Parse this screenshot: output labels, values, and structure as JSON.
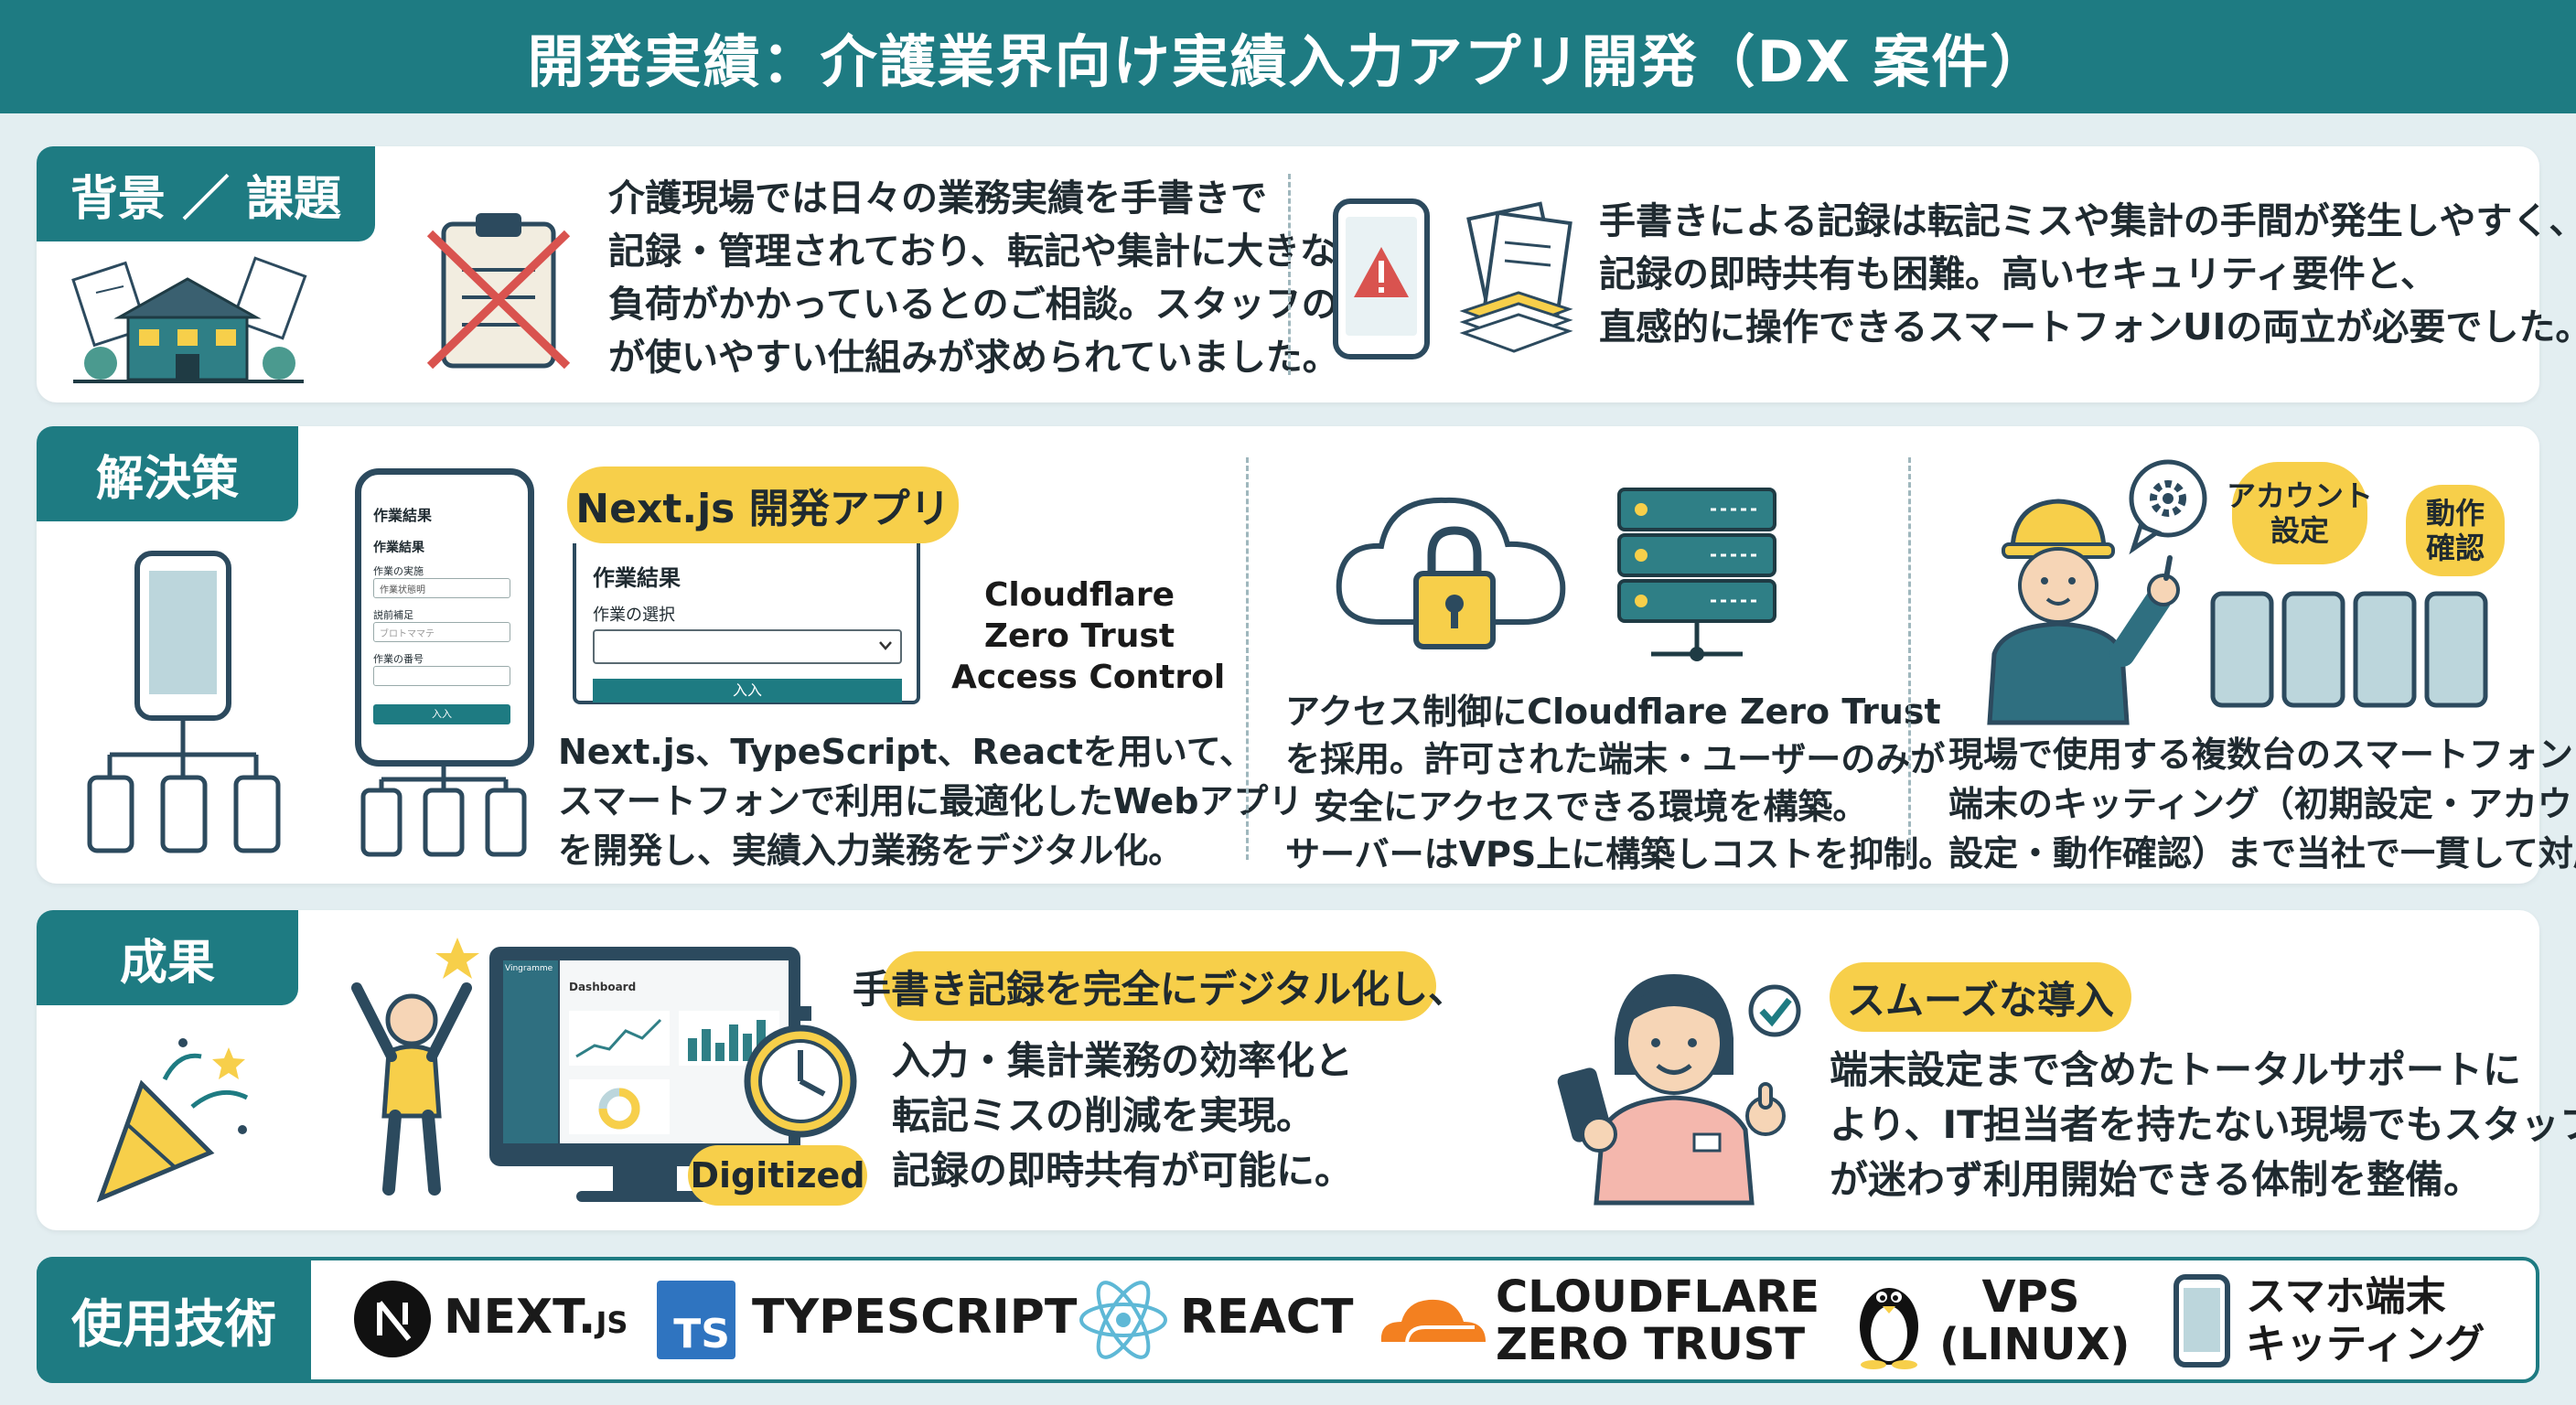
{
  "header": {
    "title": "開発実績：介護業界向け実績入力アプリ開発（DX 案件）"
  },
  "background": {
    "tab": "背景 ／ 課題",
    "left_lines": [
      "介護現場では日々の業務実績を手書きで",
      "記録・管理されており、転記や集計に大きな",
      "負荷がかかっているとのご相談。スタッフの皆様",
      "が使いやすい仕組みが求められていました。"
    ],
    "right_lines": [
      "手書きによる記録は転記ミスや集計の手間が発生しやすく、",
      "記録の即時共有も困難。高いセキュリティ要件と、",
      "直感的に操作できるスマートフォンUIの両立が必要でした。"
    ]
  },
  "solution": {
    "tab": "解決策",
    "app_pill": "Next.js 開発アプリ",
    "phone_form": {
      "title": "作業結果",
      "subtitle": "作業結果",
      "field1_label": "作業の実施",
      "field1_value": "作業状態明",
      "field2_label": "説前補足",
      "field2_value": "ブロトママテ",
      "field3_label": "作業の番号",
      "submit": "入入"
    },
    "card_form": {
      "title": "作業結果",
      "select_label": "作業の選択",
      "submit": "入入"
    },
    "cloudflare_lines": [
      "Cloudflare",
      "Zero Trust",
      "Access Control"
    ],
    "col1_lines": [
      "Next.js、TypeScript、Reactを用いて、",
      "スマートフォンで利用に最適化したWebアプリ",
      "を開発し、実績入力業務をデジタル化。"
    ],
    "col2_lines": [
      "アクセス制御にCloudflare Zero Trust",
      "を採用。許可された端末・ユーザーのみが",
      "安全にアクセスできる環境を構築。",
      "サーバーはVPS上に構築しコストを抑制。"
    ],
    "bubble_account": [
      "アカウント",
      "設定"
    ],
    "bubble_check": [
      "動作",
      "確認"
    ],
    "col3_lines": [
      "現場で使用する複数台のスマートフォン",
      "端末のキッティング（初期設定・アカウント",
      "設定・動作確認）まで当社で一貫して対応。"
    ]
  },
  "results": {
    "tab": "成果",
    "dashboard_title": "Dashboard",
    "dashboard_brand": "Vingramme",
    "digitized": "Digitized",
    "pill1": "手書き記録を完全にデジタル化し、",
    "lines1": [
      "入力・集計業務の効率化と",
      "転記ミスの削減を実現。",
      "記録の即時共有が可能に。"
    ],
    "pill2": "スムーズな導入",
    "lines2": [
      "端末設定まで含めたトータルサポートに",
      "より、IT担当者を持たない現場でもスタッフ",
      "が迷わず利用開始できる体制を整備。"
    ]
  },
  "tech": {
    "tab": "使用技術",
    "next_main": "NEXT.",
    "next_sub": "JS",
    "ts_badge": "TS",
    "typescript": "TYPESCRIPT",
    "react": "REACT",
    "cloudflare_lines": [
      "CLOUDFLARE",
      "ZERO TRUST"
    ],
    "vps_lines": [
      "VPS",
      "(LINUX)"
    ],
    "kitting_lines": [
      "スマホ端末",
      "キッティング"
    ]
  },
  "colors": {
    "teal": "#1e7b82",
    "yellow": "#f7cf4a",
    "red": "#d9534f",
    "navy": "#2c4a5e"
  }
}
